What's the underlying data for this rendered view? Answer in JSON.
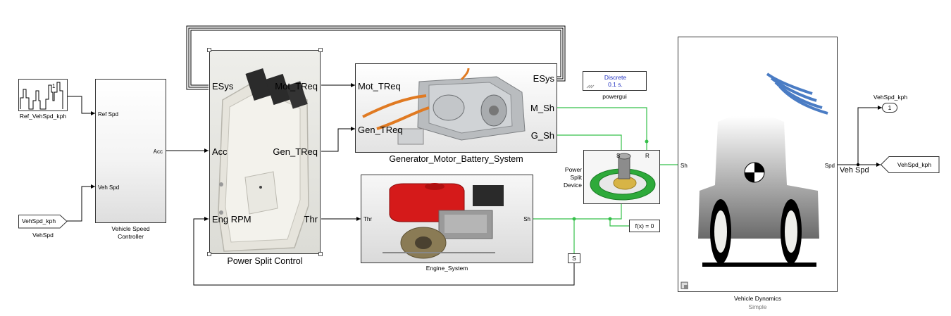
{
  "blocks": {
    "ref_speed": {
      "name": "Ref_VehSpd_kph",
      "mark": "1"
    },
    "vehspd_from": {
      "tag": "VehSpd_kph",
      "name": "VehSpd"
    },
    "controller": {
      "name_line1": "Vehicle Speed",
      "name_line2": "Controller",
      "in_ref": "Ref Spd",
      "in_veh": "Veh Spd",
      "out_acc": "Acc"
    },
    "power_split_control": {
      "name": "Power Split Control",
      "in_esys": "ESys",
      "in_acc": "Acc",
      "in_eng": "Eng RPM",
      "out_mot": "Mot_TReq",
      "out_gen": "Gen_TReq",
      "out_thr": "Thr"
    },
    "gmb": {
      "name": "Generator_Motor_Battery_System",
      "in_mot": "Mot_TReq",
      "in_gen": "Gen_TReq",
      "out_esys": "ESys",
      "out_msh": "M_Sh",
      "out_gsh": "G_Sh"
    },
    "engine": {
      "name": "Engine_System",
      "in_thr": "Thr",
      "out_sh": "Sh"
    },
    "powergui": {
      "line1": "Discrete",
      "line2": "0.1 s.",
      "name": "powergui"
    },
    "power_split_device": {
      "line1": "Power",
      "line2": "Split",
      "line3": "Device",
      "tag_s": "S",
      "tag_r": "R"
    },
    "solver": {
      "text": "f(x) = 0"
    },
    "sensor": {
      "text": "S"
    },
    "vehicle_dynamics": {
      "name": "Vehicle Dynamics",
      "variant": "Simple",
      "in_sh": "Sh",
      "out_spd": "Spd"
    },
    "outport": {
      "number": "1",
      "name": "VehSpd_kph"
    },
    "goto": {
      "tag": "VehSpd_kph"
    },
    "signal_label": "Veh Spd"
  },
  "colors": {
    "physical_line": "#35c04a",
    "signal_line": "#000000",
    "block_border": "#333333",
    "powergui_text": "#2030c0"
  }
}
